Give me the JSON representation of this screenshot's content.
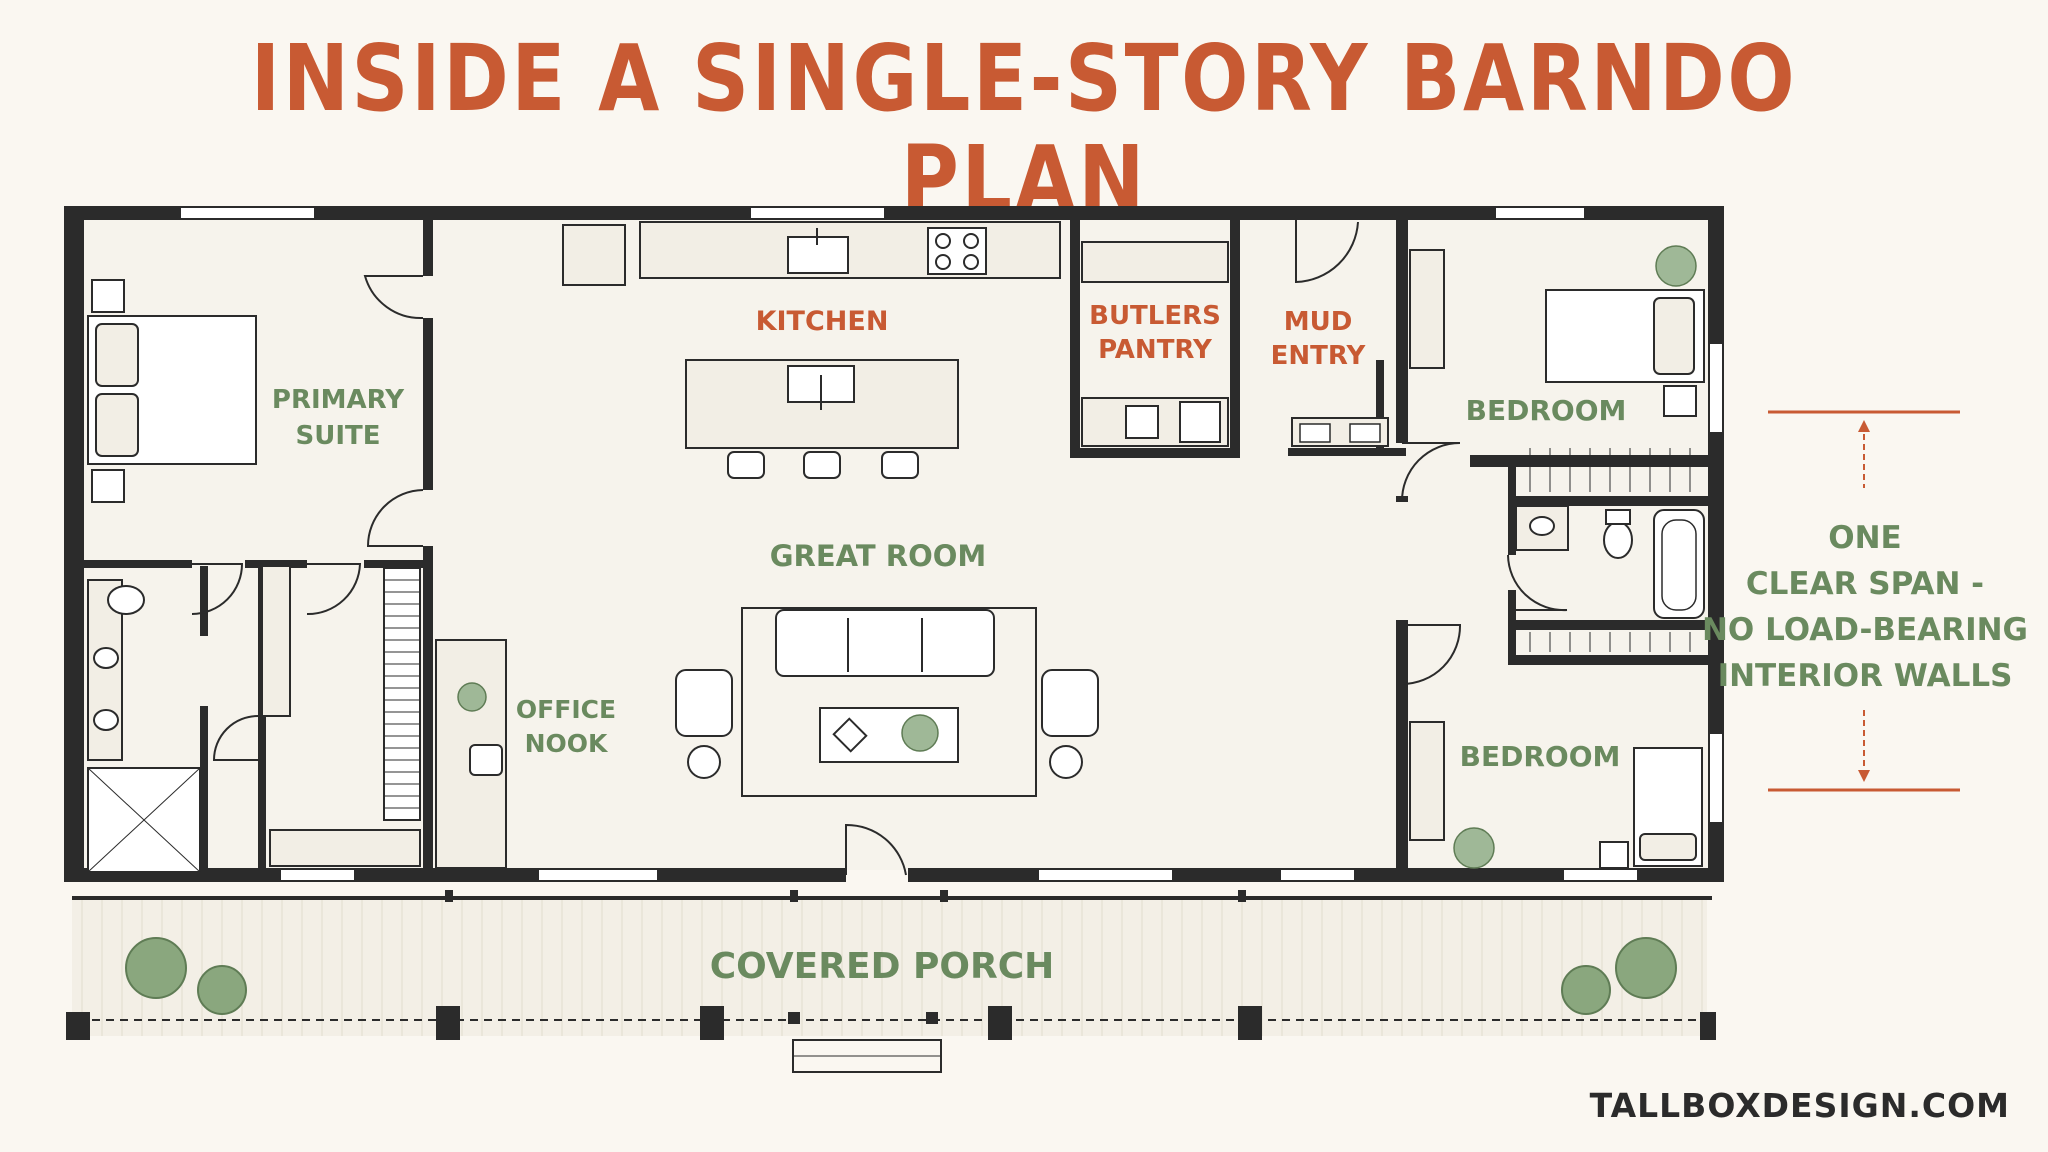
{
  "title": "INSIDE A SINGLE-STORY BARNDO PLAN",
  "rooms": {
    "primary_suite": [
      "PRIMARY",
      "SUITE"
    ],
    "kitchen": "KITCHEN",
    "butlers_pantry": [
      "BUTLERS",
      "PANTRY"
    ],
    "mud_entry": [
      "MUD",
      "ENTRY"
    ],
    "bedroom_top": "BEDROOM",
    "great_room": "GREAT ROOM",
    "office_nook": [
      "OFFICE",
      "NOOK"
    ],
    "bedroom_bottom": "BEDROOM",
    "covered_porch": "COVERED PORCH"
  },
  "note_lines": [
    "ONE",
    "CLEAR SPAN -",
    "NO LOAD-BEARING",
    "INTERIOR WALLS"
  ],
  "footer": "TALLBOXDESIGN.COM",
  "colors": {
    "accent": "#c85a33",
    "label_green": "#6a8a5f",
    "wall": "#2b2b2b",
    "background": "#faf7f1",
    "plant": "#8aa77e"
  }
}
